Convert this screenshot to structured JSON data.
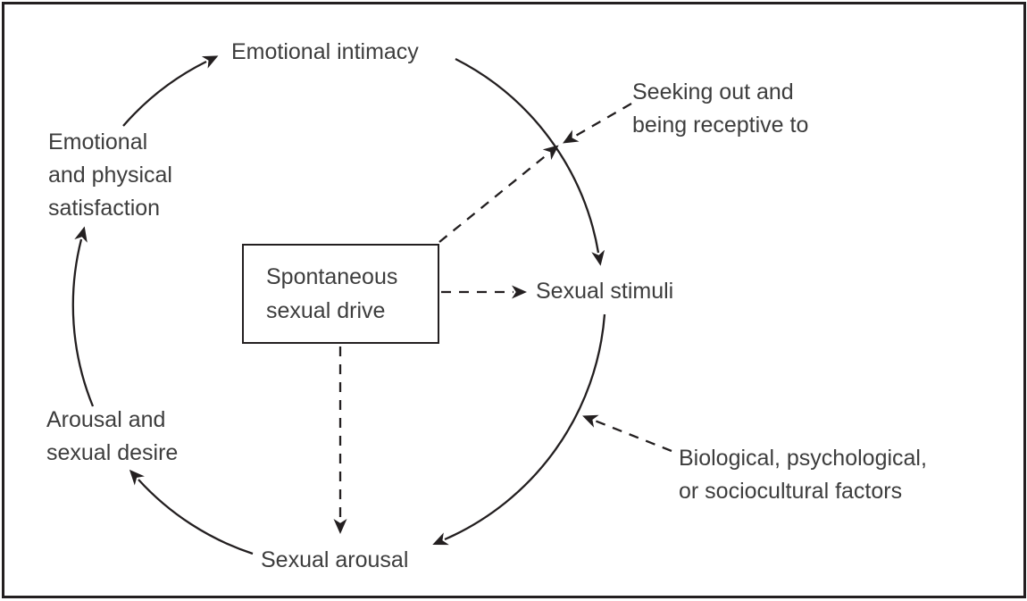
{
  "colors": {
    "background": "#ffffff",
    "border": "#231f20",
    "line": "#231f20",
    "text": "#3d3d3d"
  },
  "labels": {
    "emotional_intimacy": {
      "text": "Emotional intimacy"
    },
    "satisfaction": {
      "lines": [
        "Emotional",
        "and physical",
        "satisfaction"
      ]
    },
    "seeking": {
      "lines": [
        "Seeking out and",
        "being receptive to"
      ]
    },
    "sexual_stimuli": {
      "text": "Sexual stimuli"
    },
    "biological": {
      "lines": [
        "Biological, psychological,",
        "or sociocultural factors"
      ]
    },
    "arousal_desire": {
      "lines": [
        "Arousal and",
        "sexual desire"
      ]
    },
    "sexual_arousal": {
      "text": "Sexual arousal"
    },
    "center_box": {
      "lines": [
        "Spontaneous",
        "sexual drive"
      ]
    }
  }
}
